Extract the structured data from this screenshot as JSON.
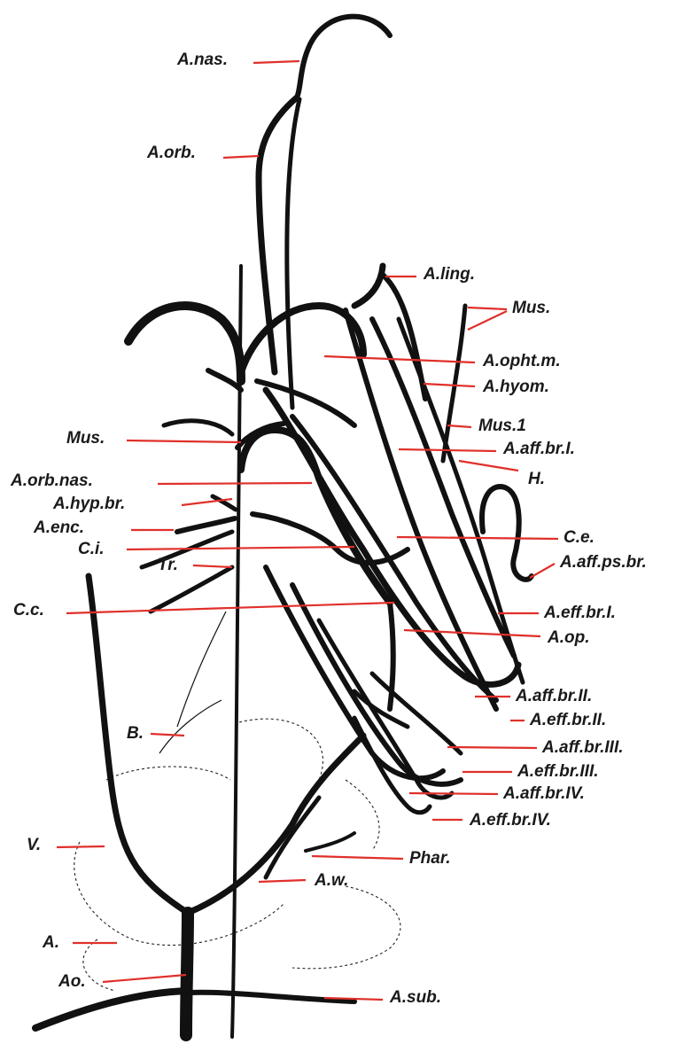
{
  "labels": {
    "a_nas": "A.nas.",
    "a_orb": "A.orb.",
    "a_ling": "A.ling.",
    "mus_top": "Mus.",
    "a_opht_m": "A.opht.m.",
    "a_hyom": "A.hyom.",
    "mus_1": "Mus.1",
    "mus_left": "Mus.",
    "a_aff_br_i": "A.aff.br.I.",
    "h": "H.",
    "a_orb_nas": "A.orb.nas.",
    "a_hyp_br": "A.hyp.br.",
    "a_enc": "A.enc.",
    "c_e": "C.e.",
    "c_i": "C.i.",
    "a_aff_ps_br": "A.aff.ps.br.",
    "tr": "Tr.",
    "c_c": "C.c.",
    "a_eff_br_i": "A.eff.br.I.",
    "a_op": "A.op.",
    "a_aff_br_ii": "A.aff.br.II.",
    "a_eff_br_ii": "A.eff.br.II.",
    "b": "B.",
    "a_aff_br_iii": "A.aff.br.III.",
    "a_eff_br_iii": "A.eff.br.III.",
    "a_aff_br_iv": "A.aff.br.IV.",
    "a_eff_br_iv": "A.eff.br.IV.",
    "v": "V.",
    "phar": "Phar.",
    "a_w": "A.w.",
    "a": "A.",
    "ao": "Ao.",
    "a_sub": "A.sub."
  },
  "colors": {
    "leader_line": "#e0302a",
    "vessel_ink": "#111111",
    "label_text": "#1a1a1a",
    "background": "#ffffff"
  }
}
